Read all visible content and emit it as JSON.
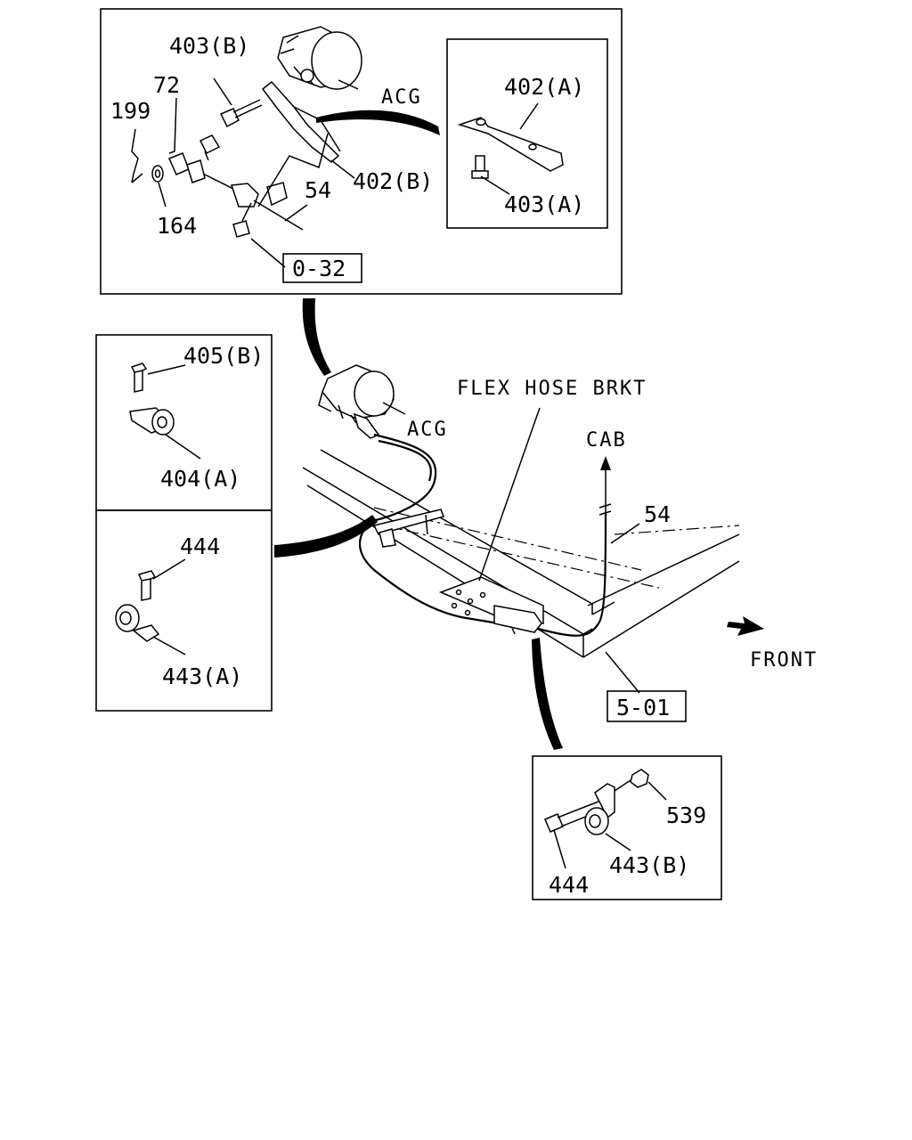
{
  "labels": {
    "l403b": "403(B)",
    "l72": "72",
    "l199": "199",
    "acg_top": "ACG",
    "l402b": "402(B)",
    "l54_top": "54",
    "l164": "164",
    "ref_032": "0-32",
    "l402a": "402(A)",
    "l403a": "403(A)",
    "l405b": "405(B)",
    "l404a": "404(A)",
    "l444_mid": "444",
    "l443a": "443(A)",
    "flex_hose_brkt": "FLEX HOSE BRKT",
    "acg_main": "ACG",
    "cab": "CAB",
    "l54_main": "54",
    "front": "FRONT",
    "ref_501": "5-01",
    "l539": "539",
    "l444_bot": "444",
    "l443b": "443(B)"
  }
}
